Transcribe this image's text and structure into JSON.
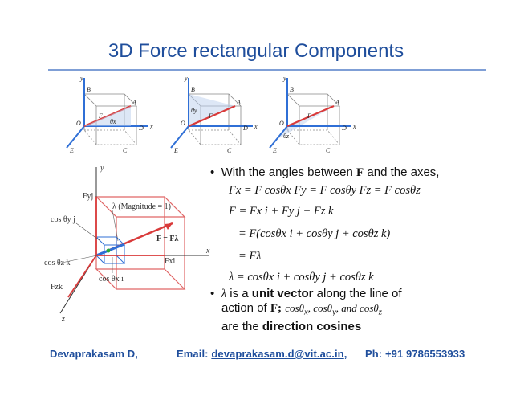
{
  "title": "3D Force rectangular Components",
  "bullets": {
    "b1_prefix": "With the angles between",
    "b1_F": "F",
    "b1_suffix": "and the axes,",
    "b2_lambda": "λ",
    "b2_is_a": "is a",
    "b2_unit_vector": "unit vector",
    "b2_rest": "along the line of",
    "b2_action": "action of",
    "b2_F": "F;",
    "b2_cos_list": "cosθ",
    "b2_are_the": "are the",
    "b2_dir_cos": "direction cosines"
  },
  "equations": {
    "eq1": "Fx = F cosθx    Fy = F cosθy    Fz = F cosθz",
    "eq2": "F = Fx i + Fy j + Fz k",
    "eq3": "= F(cosθx i + cosθy j + cosθz k)",
    "eq4": "= Fλ",
    "eq5": "λ = cosθx i + cosθy j + cosθz k"
  },
  "figure_labels": {
    "y": "y",
    "x": "x",
    "z": "z",
    "B": "B",
    "A": "A",
    "O": "O",
    "D": "D",
    "E": "E",
    "C": "C",
    "Fx": "Fx",
    "Fy": "Fy",
    "Fz": "Fz",
    "F": "F",
    "theta_x": "θx",
    "theta_y": "θy",
    "theta_z": "θz",
    "Fyj": "Fyj",
    "Fxi": "Fxi",
    "Fzk": "Fzk",
    "lambda_mag": "λ (Magnitude = 1)",
    "F_eq": "F = Fλ",
    "cos_y_j": "cos θy j",
    "cos_z_k": "cos θz k",
    "cos_x_i": "cos θx i"
  },
  "footer": {
    "name": "Devaprakasam D,",
    "email_label": "Email:",
    "email": "devaprakasam.d@vit.ac.in",
    "email_suffix": ",",
    "phone": "Ph: +91 9786553933"
  },
  "colors": {
    "title": "#1f4e9c",
    "accent_red": "#d93a3a",
    "accent_blue": "#2f6fd6",
    "box_red": "#e06666",
    "footer": "#1f4e9c"
  }
}
